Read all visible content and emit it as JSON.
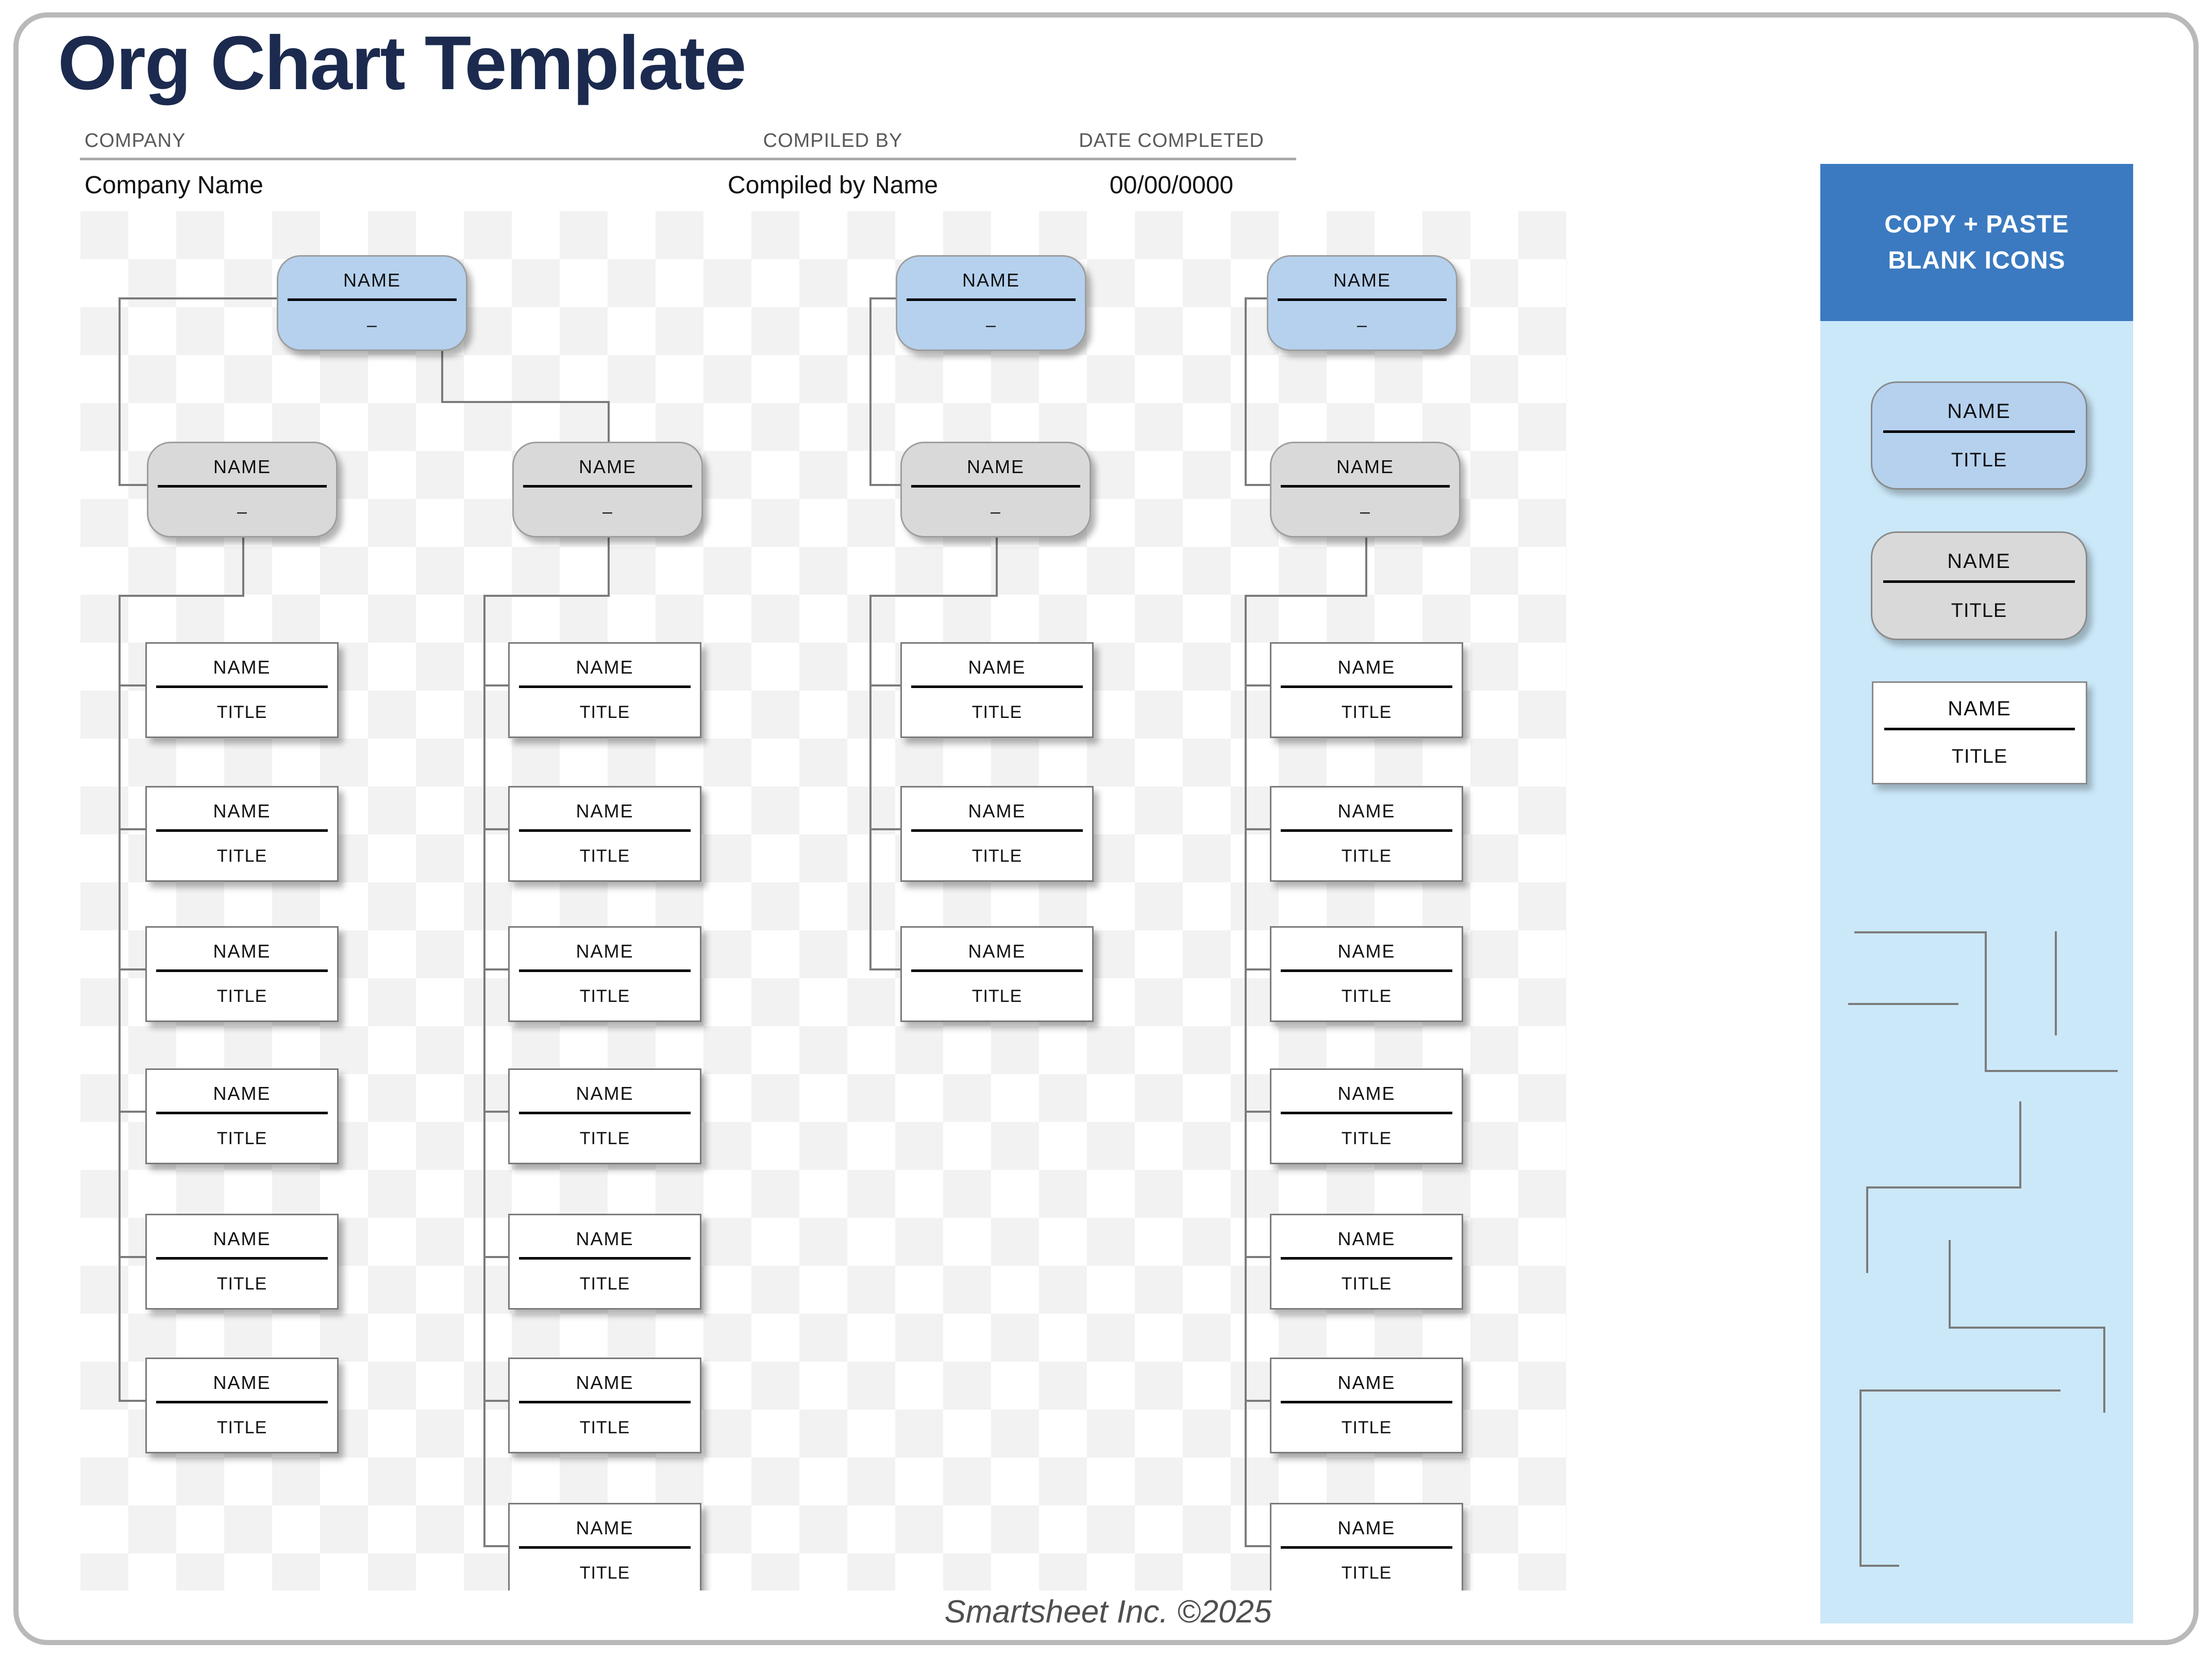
{
  "window": {
    "title": "Org Chart Template",
    "footer": "Smartsheet Inc. ©2025"
  },
  "header": {
    "company_label": "COMPANY",
    "company_value": "Company Name",
    "compiled_label": "COMPILED BY",
    "compiled_value": "Compiled by Name",
    "date_label": "DATE COMPLETED",
    "date_value": "00/00/0000"
  },
  "sidebar": {
    "title_line1": "COPY + PASTE",
    "title_line2": "BLANK ICONS",
    "samples": [
      {
        "kind": "blue",
        "name": "NAME",
        "title": "TITLE"
      },
      {
        "kind": "gray",
        "name": "NAME",
        "title": "TITLE"
      },
      {
        "kind": "white",
        "name": "NAME",
        "title": "TITLE"
      }
    ],
    "blank_line_icons": [
      "step-right-connector-icon",
      "vertical-line-icon",
      "horizontal-line-icon",
      "step-left-connector-icon",
      "step-right-connector-icon",
      "bracket-connector-icon"
    ]
  },
  "chart": {
    "box_name": "NAME",
    "box_title": "TITLE",
    "box_dash": "–",
    "columns": [
      {
        "top_box": "blue",
        "manager_box": "gray",
        "subordinates": 6
      },
      {
        "top_box": null,
        "manager_box": "gray",
        "subordinates": 7
      },
      {
        "top_box": "blue",
        "manager_box": "gray",
        "subordinates": 3
      },
      {
        "top_box": "blue",
        "manager_box": "gray",
        "subordinates": 7
      }
    ]
  },
  "colors": {
    "title_navy": "#1b2a4e",
    "sidebar_header_blue": "#3b7ac0",
    "sidebar_body_blue": "#cbe8f9",
    "box_blue": "#b5d1ee",
    "box_gray": "#d9d9d9",
    "box_white": "#ffffff",
    "connector_gray": "#7b7b7b",
    "checker_gray": "#f2f2f2"
  }
}
